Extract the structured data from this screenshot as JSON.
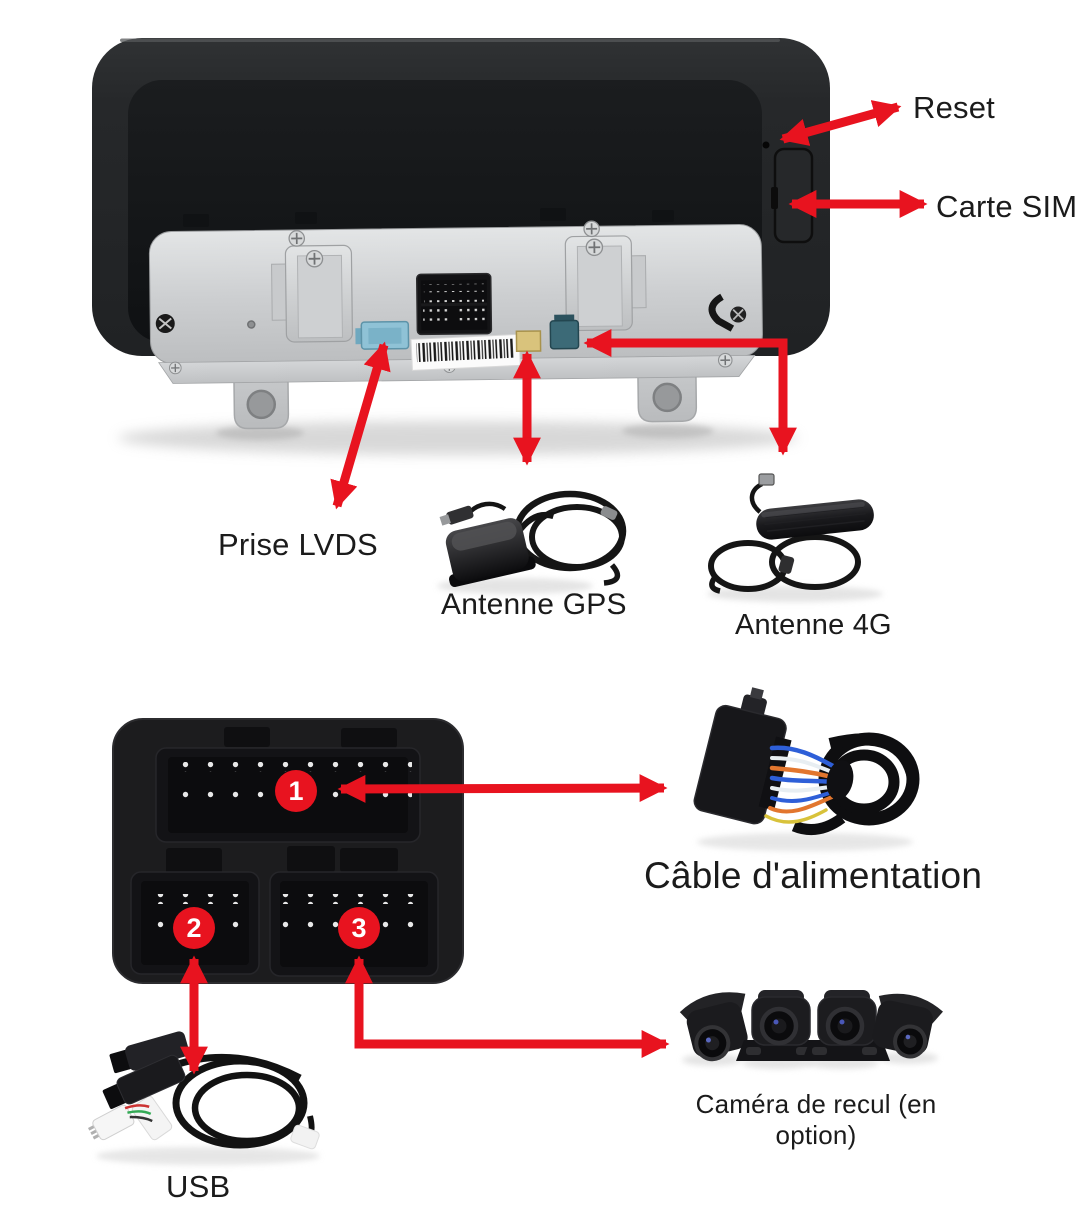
{
  "colors": {
    "accent_red": "#e8131f",
    "text": "#1b1b1b",
    "background": "#ffffff",
    "lvds_connector": "#8fc2d6",
    "gps_connector": "#d9c37c",
    "antenna_4g_connector": "#3c6a77"
  },
  "annotations": {
    "reset": "Reset",
    "sim": "Carte SIM",
    "lvds": "Prise LVDS",
    "gps": "Antenne GPS",
    "antenna_4g": "Antenne 4G",
    "power": "Câble d'alimentation",
    "usb": "USB",
    "camera": "Caméra de recul (en option)"
  },
  "harness_plugs": {
    "plug1": "1",
    "plug2": "2",
    "plug3": "3"
  }
}
